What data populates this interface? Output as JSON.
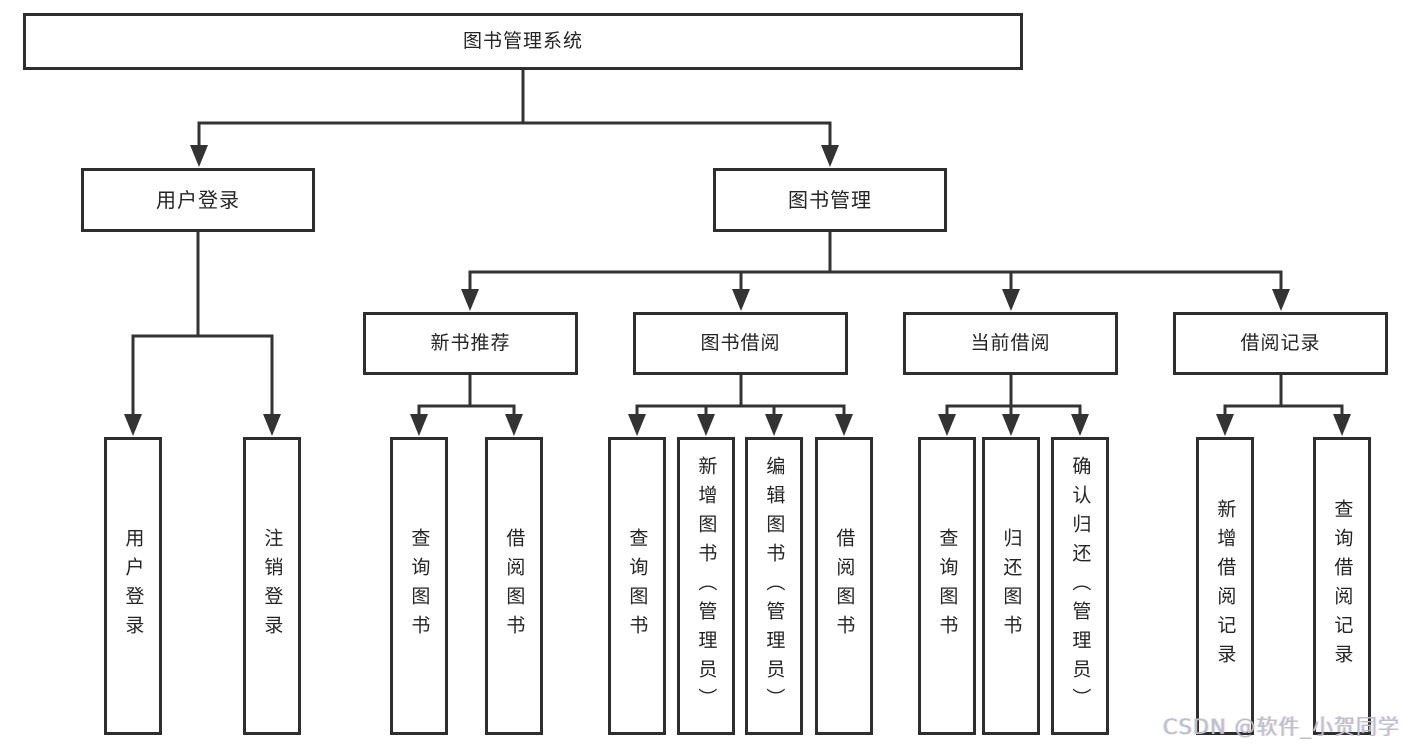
{
  "tree": {
    "label": "图书管理系统",
    "children": [
      {
        "label": "用户登录",
        "children": [
          {
            "label": "用户登录"
          },
          {
            "label": "注销登录"
          }
        ]
      },
      {
        "label": "图书管理",
        "children": [
          {
            "label": "新书推荐",
            "children": [
              {
                "label": "查询图书"
              },
              {
                "label": "借阅图书"
              }
            ]
          },
          {
            "label": "图书借阅",
            "children": [
              {
                "label": "查询图书"
              },
              {
                "label": "新增图书（管理员）"
              },
              {
                "label": "编辑图书（管理员）"
              },
              {
                "label": "借阅图书"
              }
            ]
          },
          {
            "label": "当前借阅",
            "children": [
              {
                "label": "查询图书"
              },
              {
                "label": "归还图书"
              },
              {
                "label": "确认归还（管理员）"
              }
            ]
          },
          {
            "label": "借阅记录",
            "children": [
              {
                "label": "新增借阅记录"
              },
              {
                "label": "查询借阅记录"
              }
            ]
          }
        ]
      }
    ]
  },
  "watermark": {
    "text": "CSDN @软件_小贺同学"
  },
  "colors": {
    "line": "#333333",
    "box_border": "#2e2e2e",
    "text": "#242424",
    "watermark": "#bcc1c8",
    "background": "#ffffff"
  }
}
